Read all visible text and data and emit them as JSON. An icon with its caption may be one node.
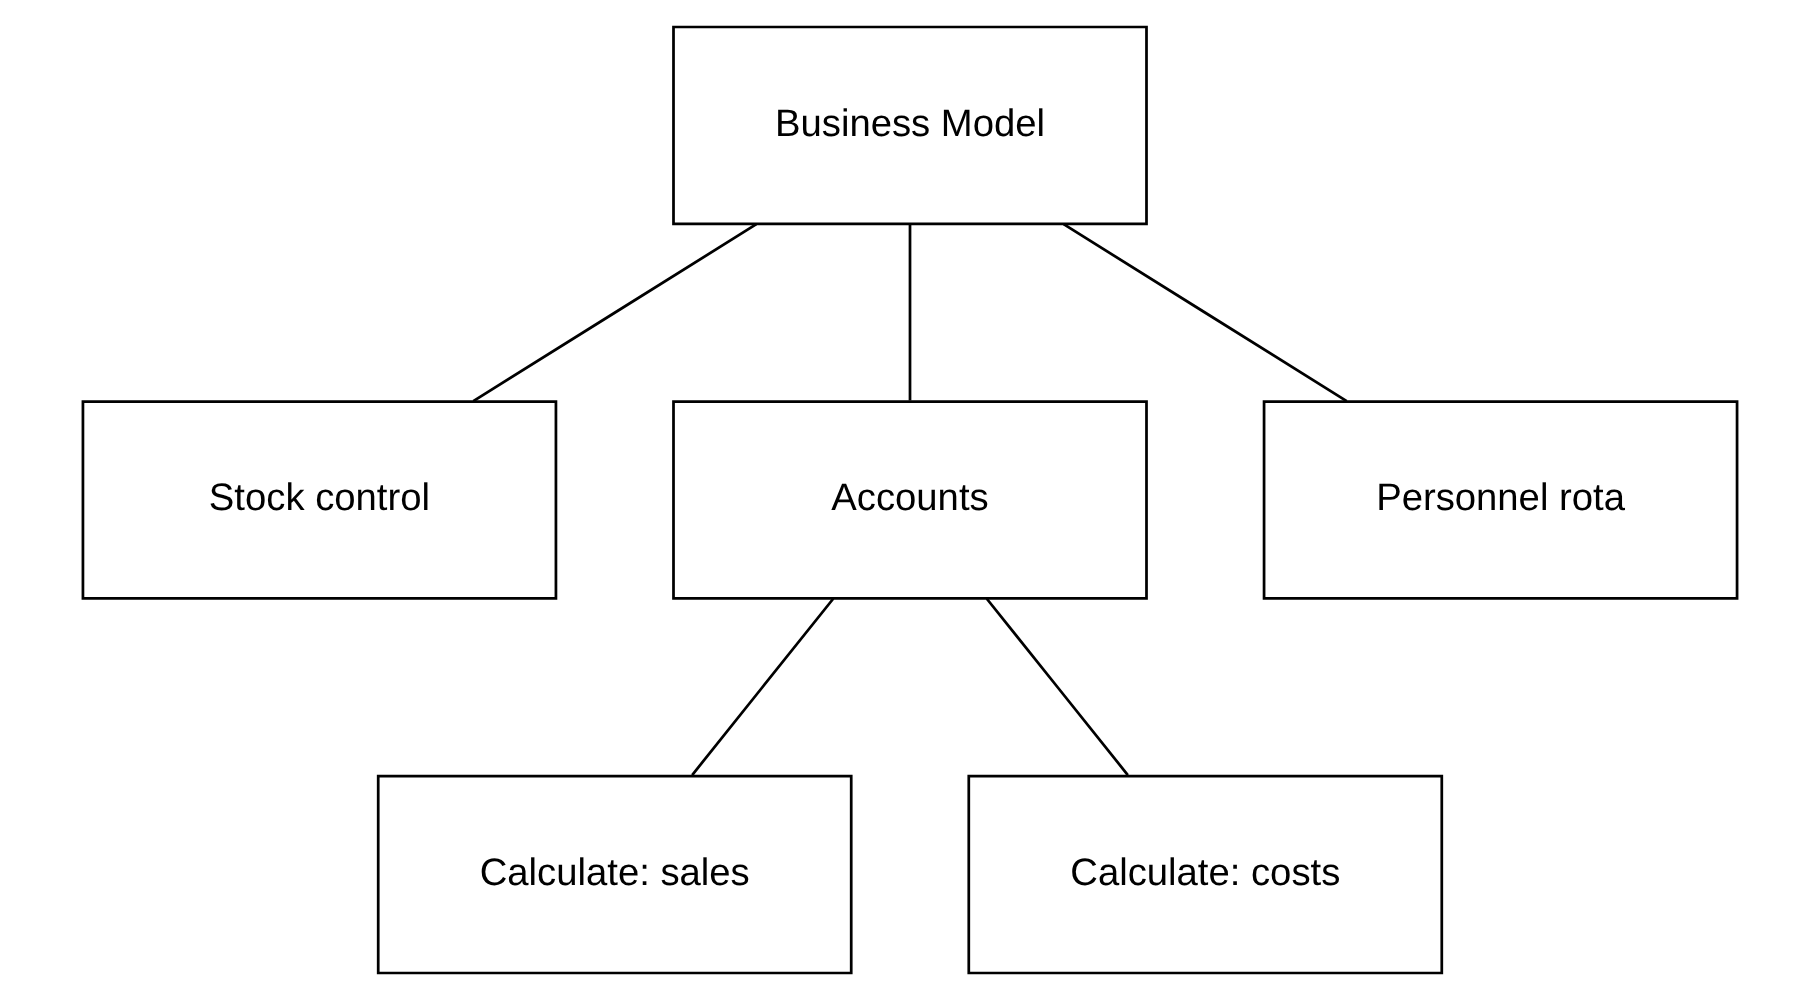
{
  "diagram": {
    "nodes": [
      {
        "text": [
          "Business Model"
        ]
      },
      {
        "text": [
          "Stock control"
        ]
      },
      {
        "text": [
          "Accounts"
        ]
      },
      {
        "text": [
          "Personnel rota"
        ]
      },
      {
        "text": [
          "Calculate: sales"
        ]
      },
      {
        "text": [
          "Calculate: costs"
        ]
      }
    ],
    "edges": [
      {
        "from": 0,
        "to": 1,
        "arrow": "none"
      },
      {
        "from": 0,
        "to": 2,
        "arrow": "none"
      },
      {
        "from": 0,
        "to": 3,
        "arrow": "none"
      },
      {
        "from": 2,
        "to": 4,
        "arrow": "none"
      },
      {
        "from": 2,
        "to": 5,
        "arrow": "none"
      }
    ]
  }
}
